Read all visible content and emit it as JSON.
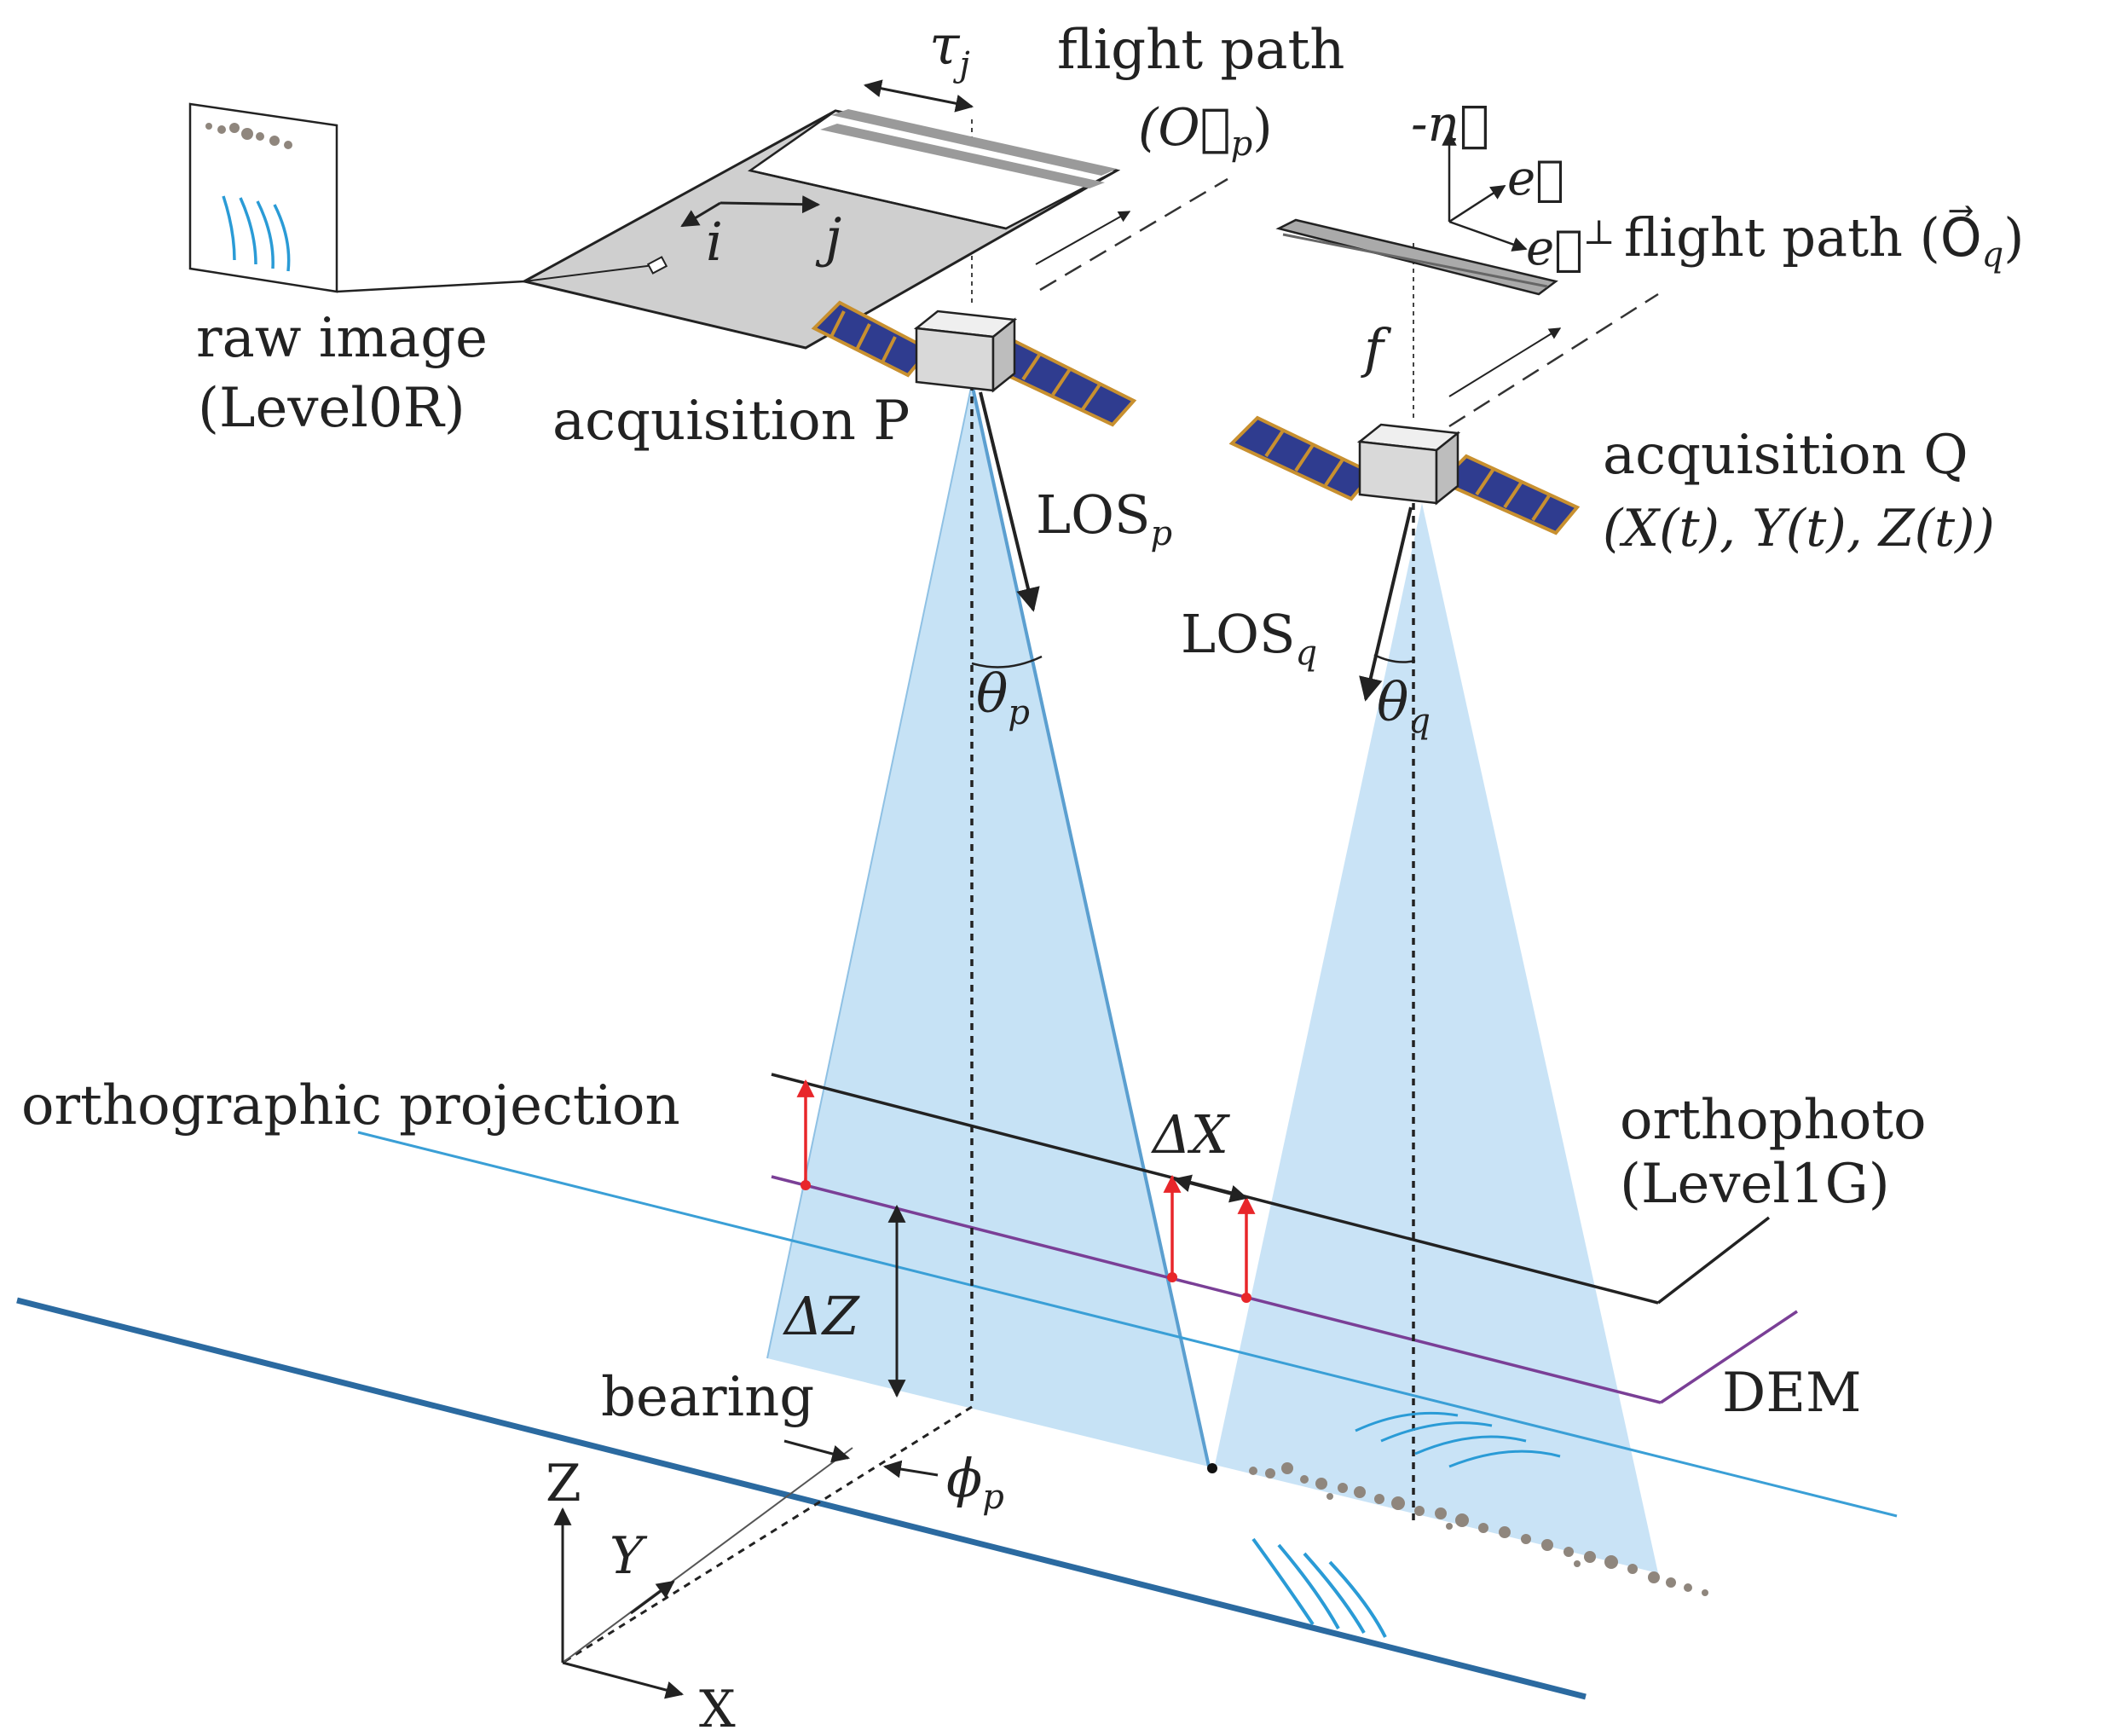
{
  "labels": {
    "flight_path_p": "flight path",
    "flight_path_p_vec": "(O⃗",
    "flight_path_p_sub": "p",
    "flight_path_p_close": ")",
    "tau": "τ",
    "tau_sub": "j",
    "n_vec": "-n⃗",
    "e_vec": "e⃗",
    "e_perp": "e⃗",
    "e_perp_sup": "⊥",
    "flight_path_q": "flight path (O⃗",
    "flight_path_q_sub": "q",
    "flight_path_q_close": ")",
    "i": "i",
    "j": "j",
    "raw_image": "raw image",
    "raw_image_level": "(Level0R)",
    "f": "f",
    "acq_p": "acquisition P",
    "acq_q": "acquisition Q",
    "acq_q_coords": "(X(t), Y(t), Z(t))",
    "los_p": "LOS",
    "los_p_sub": "p",
    "los_q": "LOS",
    "los_q_sub": "q",
    "theta_p": "θ",
    "theta_p_sub": "p",
    "theta_q": "θ",
    "theta_q_sub": "q",
    "ortho_proj": "orthographic projection",
    "delta_x": "ΔX",
    "orthophoto": "orthophoto",
    "orthophoto_level": "(Level1G)",
    "delta_z": "ΔZ",
    "bearing": "bearing",
    "phi_p": "ϕ",
    "phi_p_sub": "p",
    "dem": "DEM",
    "axis_z": "Z",
    "axis_y": "Y",
    "axis_x": "X"
  },
  "colors": {
    "beam_fill": "#c6e2f5",
    "beam_edge": "#5b9fd0",
    "ground_line": "#2b6aa0",
    "ortho_line": "#3a9fd6",
    "dem_line": "#7a3f96",
    "plane_line": "#222222",
    "arrow_red": "#e8262a",
    "panel_blue": "#2f3c8f",
    "panel_gold": "#c8902f",
    "sat_body": "#d9d9d9",
    "image_gray": "#cfcfcf",
    "pebbles": "#8f867d",
    "waves": "#2a9bd6"
  }
}
